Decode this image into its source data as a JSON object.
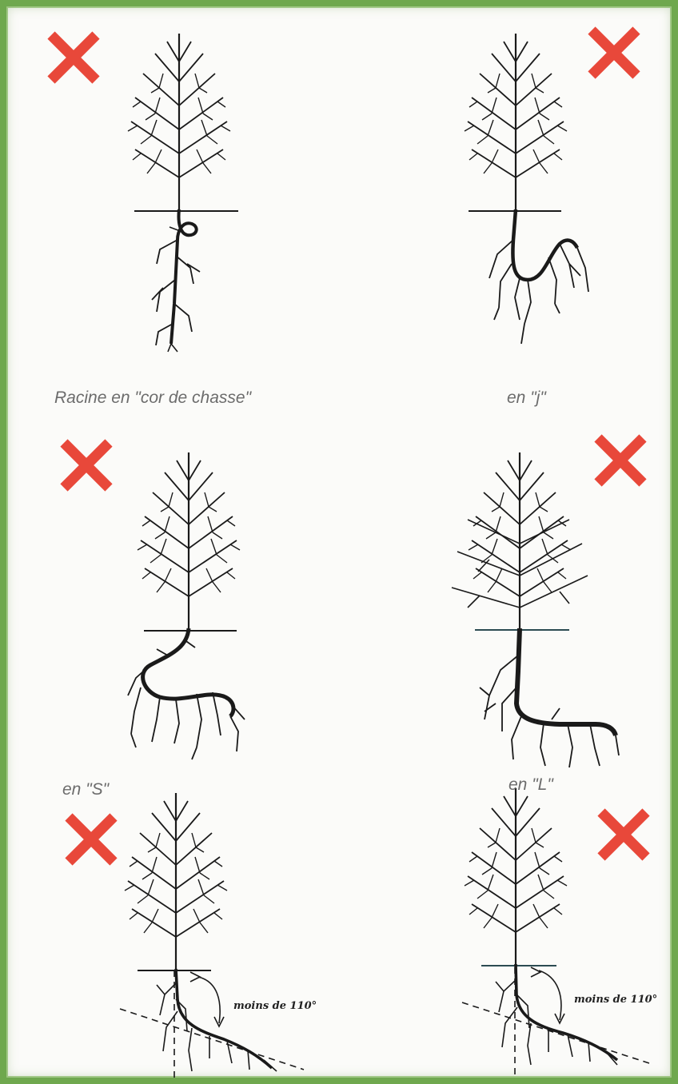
{
  "colors": {
    "frame": "#6fa84e",
    "cross": "#e8483a",
    "ink": "#1a1a1a",
    "caption": "#6c6c6c"
  },
  "panels": [
    {
      "id": "cor-de-chasse",
      "caption": "Racine en \"cor de chasse\"",
      "marker": "cross-icon"
    },
    {
      "id": "j",
      "caption": "en \"j\"",
      "marker": "cross-icon"
    },
    {
      "id": "s",
      "caption": "en \"S\"",
      "marker": "cross-icon"
    },
    {
      "id": "l",
      "caption": "en \"L\"",
      "marker": "cross-icon"
    },
    {
      "id": "angle-left",
      "annotation": "moins de 110°",
      "marker": "cross-icon"
    },
    {
      "id": "angle-right",
      "annotation": "moins de 110°",
      "marker": "cross-icon"
    }
  ]
}
